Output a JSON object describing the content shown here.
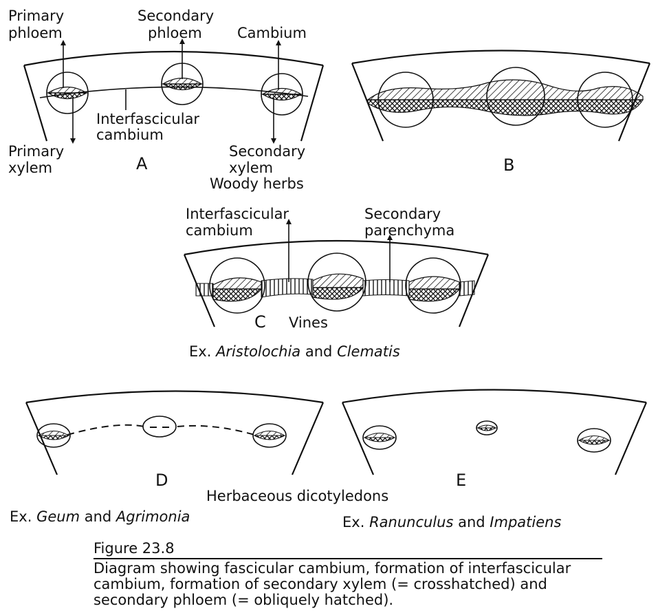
{
  "panels": {
    "A": {
      "letter": "A",
      "primary_phloem": [
        "Primary",
        "phloem"
      ],
      "secondary_phloem": [
        "Secondary",
        "phloem"
      ],
      "cambium": "Cambium",
      "interfascicular_cambium": [
        "Interfascicular",
        "cambium"
      ],
      "primary_xylem": [
        "Primary",
        "xylem"
      ],
      "secondary_xylem": [
        "Secondary",
        "xylem"
      ],
      "group": "Woody herbs"
    },
    "B": {
      "letter": "B"
    },
    "C": {
      "letter": "C",
      "type": "Vines",
      "interfascicular_cambium": [
        "Interfascicular",
        "cambium"
      ],
      "secondary_parenchyma": [
        "Secondary",
        "parenchyma"
      ],
      "example_prefix": "Ex.",
      "example_1": "Aristolochia",
      "example_and": "and",
      "example_2": "Clematis"
    },
    "D": {
      "letter": "D",
      "example_prefix": "Ex.",
      "example_1": "Geum",
      "example_and": "and",
      "example_2": "Agrimonia"
    },
    "E": {
      "letter": "E",
      "example_prefix": "Ex.",
      "example_1": "Ranunculus",
      "example_and": "and",
      "example_2": "Impatiens"
    },
    "DE_group": "Herbaceous dicotyledons"
  },
  "caption": {
    "title": "Figure 23.8",
    "text": "Diagram showing fascicular cambium, formation of interfascicular cambium, formation of secondary xylem (= crosshatched) and secondary phloem (= obliquely hatched)."
  }
}
